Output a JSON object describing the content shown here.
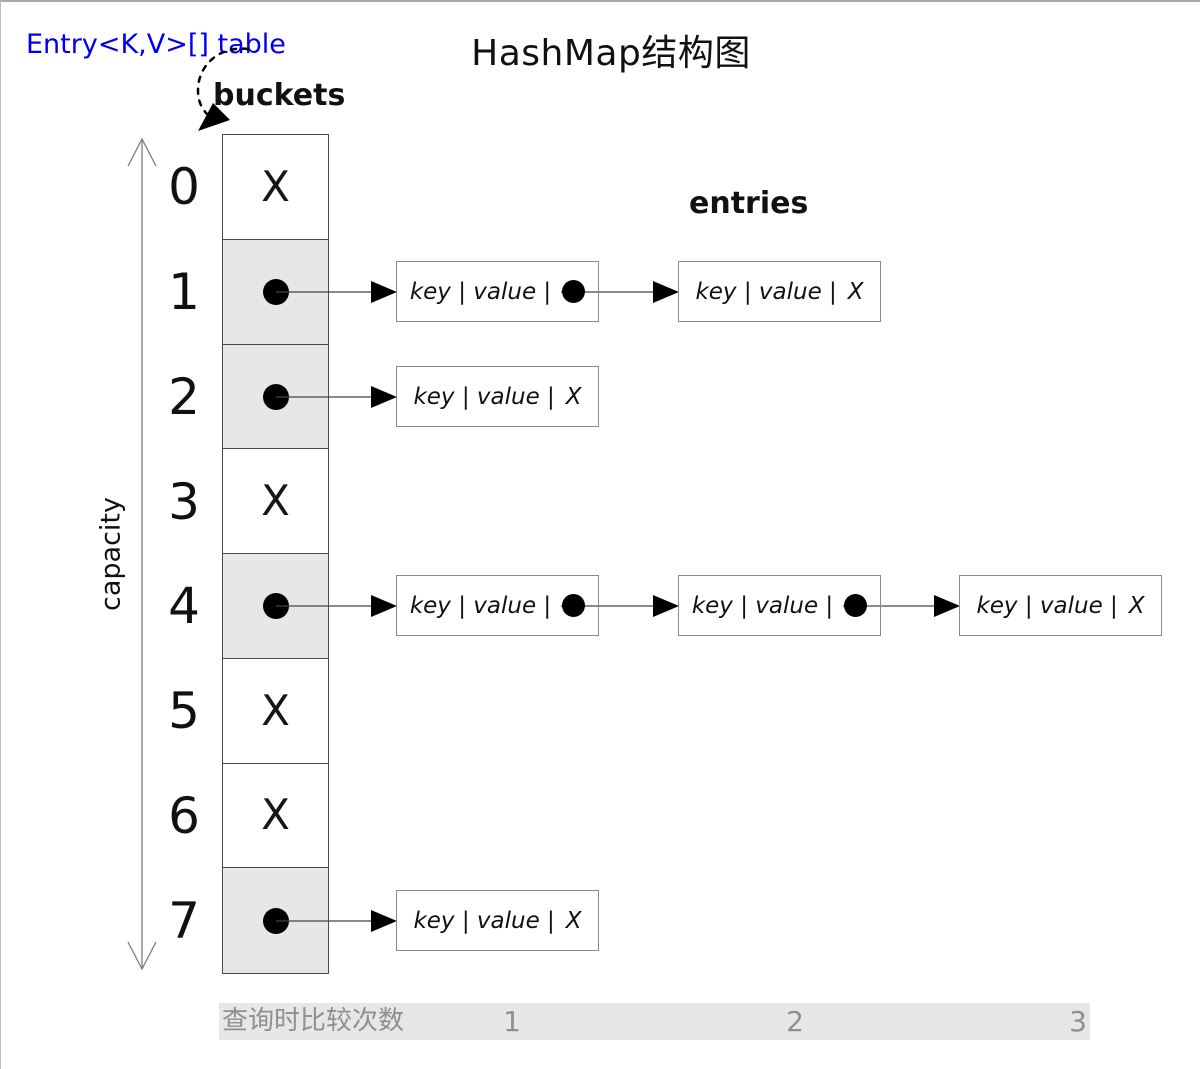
{
  "page": {
    "title": "HashMap结构图",
    "table_ref_label": "Entry<K,V>[] table",
    "buckets_label": "buckets",
    "entries_label": "entries",
    "capacity_label": "capacity"
  },
  "buckets": {
    "capacity": 8,
    "cells": [
      {
        "index": "0",
        "type": "empty",
        "content": "X"
      },
      {
        "index": "1",
        "type": "pointer",
        "chain_length": 2
      },
      {
        "index": "2",
        "type": "pointer",
        "chain_length": 1
      },
      {
        "index": "3",
        "type": "empty",
        "content": "X"
      },
      {
        "index": "4",
        "type": "pointer",
        "chain_length": 3
      },
      {
        "index": "5",
        "type": "empty",
        "content": "X"
      },
      {
        "index": "6",
        "type": "empty",
        "content": "X"
      },
      {
        "index": "7",
        "type": "pointer",
        "chain_length": 1
      }
    ]
  },
  "entries": {
    "node_text": "key | value |",
    "null_marker": "X"
  },
  "footer": {
    "label": "查询时比较次数",
    "counts": [
      "1",
      "2",
      "3"
    ]
  },
  "colors": {
    "label_blue": "#0000ee",
    "bucket_fill_gray": "#e7e7e7",
    "footer_bar_gray": "#e7e7e7",
    "footer_text_gray": "#8f8f8f",
    "line_black": "#000000",
    "border_gray": "#8a8a8a"
  }
}
